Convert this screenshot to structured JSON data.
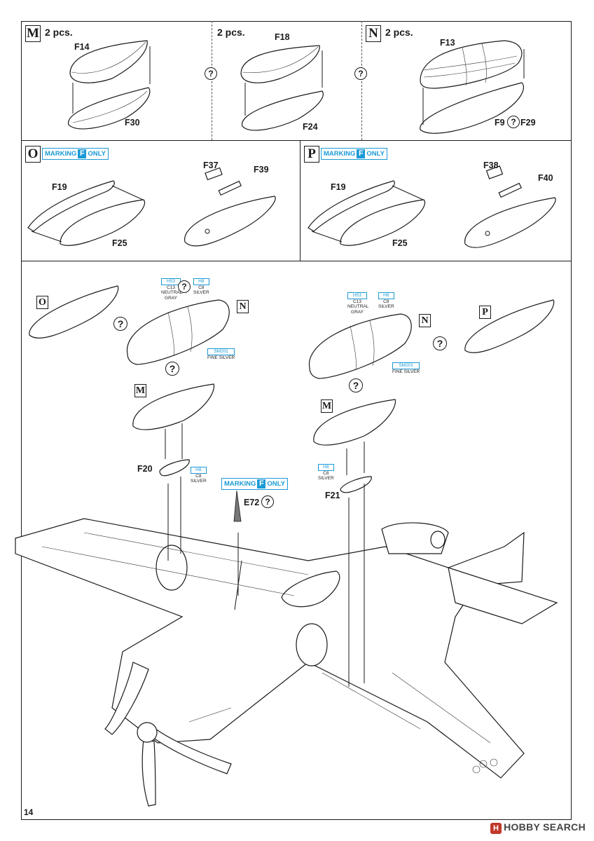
{
  "page_number": "14",
  "watermark": {
    "badge": "H",
    "text": "HOBBY SEARCH"
  },
  "steps": {
    "m": {
      "letter": "M",
      "pcs": "2 pcs.",
      "parts": [
        "F14",
        "F30"
      ]
    },
    "mid": {
      "pcs": "2 pcs.",
      "parts": [
        "F18",
        "F24"
      ]
    },
    "n": {
      "letter": "N",
      "pcs": "2 pcs.",
      "parts": [
        "F13",
        "F9",
        "F29"
      ]
    },
    "o": {
      "letter": "O",
      "parts": [
        "F19",
        "F25",
        "F37",
        "F39"
      ]
    },
    "p": {
      "letter": "P",
      "parts": [
        "F19",
        "F25",
        "F38",
        "F40"
      ]
    }
  },
  "marking": {
    "prefix": "MARKING",
    "code": "F",
    "suffix": "ONLY"
  },
  "optional_symbol": "?",
  "paints": {
    "h53": "H53",
    "c13": "C13",
    "neutral_gray": "NEUTRAL GRAY",
    "h8": "H8",
    "c8": "C8",
    "silver": "SILVER",
    "sm201": "SM201",
    "fine_silver": "FINE SILVER"
  },
  "assembly": {
    "labels": [
      "O",
      "N",
      "N",
      "P",
      "M",
      "M"
    ],
    "parts": [
      "F20",
      "F21",
      "E72"
    ]
  }
}
